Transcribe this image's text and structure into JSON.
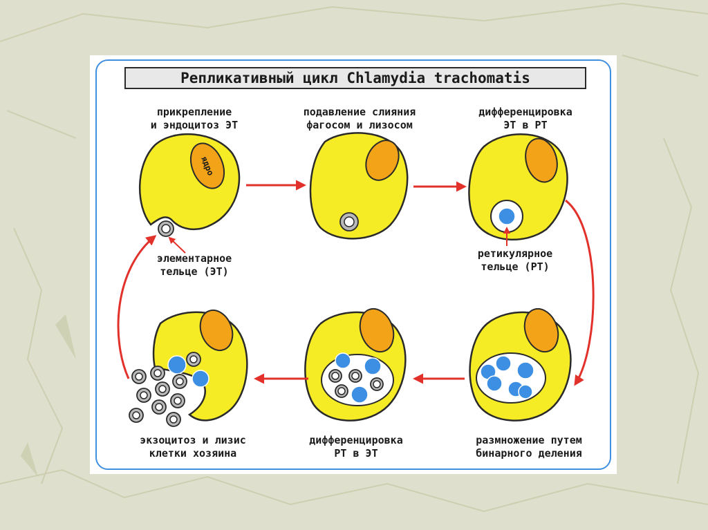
{
  "title": "Репликативный цикл Chlamydia trachomatis",
  "stages": {
    "s1": {
      "line1": "прикрепление",
      "line2": "и эндоцитоз ЭТ"
    },
    "s2": {
      "line1": "подавление слияния",
      "line2": "фагосом и лизосом"
    },
    "s3": {
      "line1": "дифференцировка",
      "line2": "ЭТ в РТ"
    },
    "s4": {
      "line1": "размножение путем",
      "line2": "бинарного деления"
    },
    "s5": {
      "line1": "дифференцировка",
      "line2": "РТ в ЭТ"
    },
    "s6": {
      "line1": "экзоцитоз и лизис",
      "line2": "клетки хозяина"
    }
  },
  "labels": {
    "nucleus": "ядро",
    "elementary_body": {
      "line1": "элементарное",
      "line2": "тельце (ЭТ)"
    },
    "reticulate_body": {
      "line1": "ретикулярное",
      "line2": "тельце (РТ)"
    }
  },
  "colors": {
    "cell_fill": "#f6ec25",
    "cell_stroke": "#2a2a2a",
    "nucleus_fill": "#f2a318",
    "rt_blue": "#3c8fe2",
    "et_gray": "#b9b9b9",
    "arrow_red": "#e2312a",
    "frame_blue": "#3f8fe0"
  }
}
